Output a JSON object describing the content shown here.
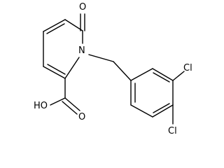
{
  "molecule": {
    "atoms": {
      "oxo_o": "O",
      "ring_n": "N",
      "acid_oh": "HO",
      "acid_o": "O",
      "cl_3": "Cl",
      "cl_4": "Cl"
    },
    "colors": {
      "ink": "#000000",
      "background": "#ffffff"
    }
  }
}
